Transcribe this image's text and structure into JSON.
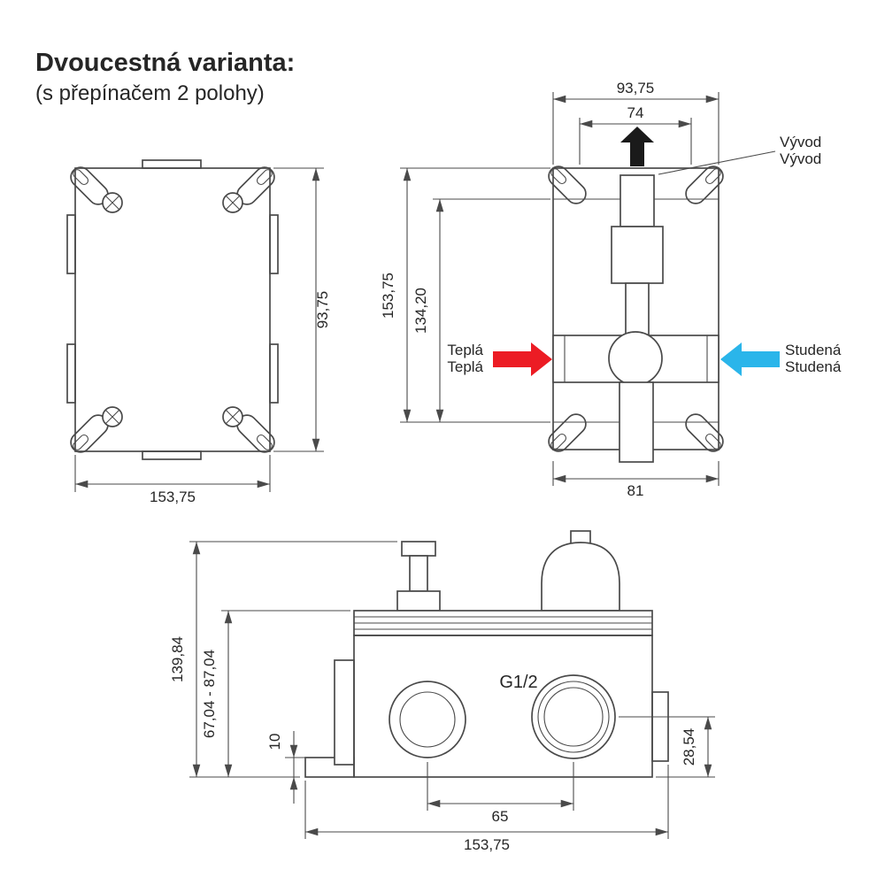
{
  "title": {
    "heading": "Dvoucestná varianta:",
    "subheading": "(s přepínačem 2 polohy)"
  },
  "colors": {
    "line": "#4a4a4a",
    "hot": "#ec1c24",
    "cold": "#2ab5ea",
    "outlet": "#1a1a1a"
  },
  "front_view": {
    "height_label": "93,75",
    "width_label": "153,75"
  },
  "rear_view": {
    "outer_width_label": "93,75",
    "hole_spacing_label": "74",
    "outer_height_label": "153,75",
    "inner_height_label": "134,20",
    "bottom_width_label": "81",
    "outlet_label": [
      "Vývod",
      "Vývod"
    ],
    "hot_label": [
      "Teplá",
      "Teplá"
    ],
    "cold_label": [
      "Studená",
      "Studená"
    ]
  },
  "side_view": {
    "total_height_label": "139,84",
    "depth_range_label": "67,04 - 87,04",
    "plate_thickness_label": "10",
    "thread_label": "G1/2",
    "outlet_offset_label": "28,54",
    "port_spacing_label": "65",
    "total_width_label": "153,75"
  }
}
